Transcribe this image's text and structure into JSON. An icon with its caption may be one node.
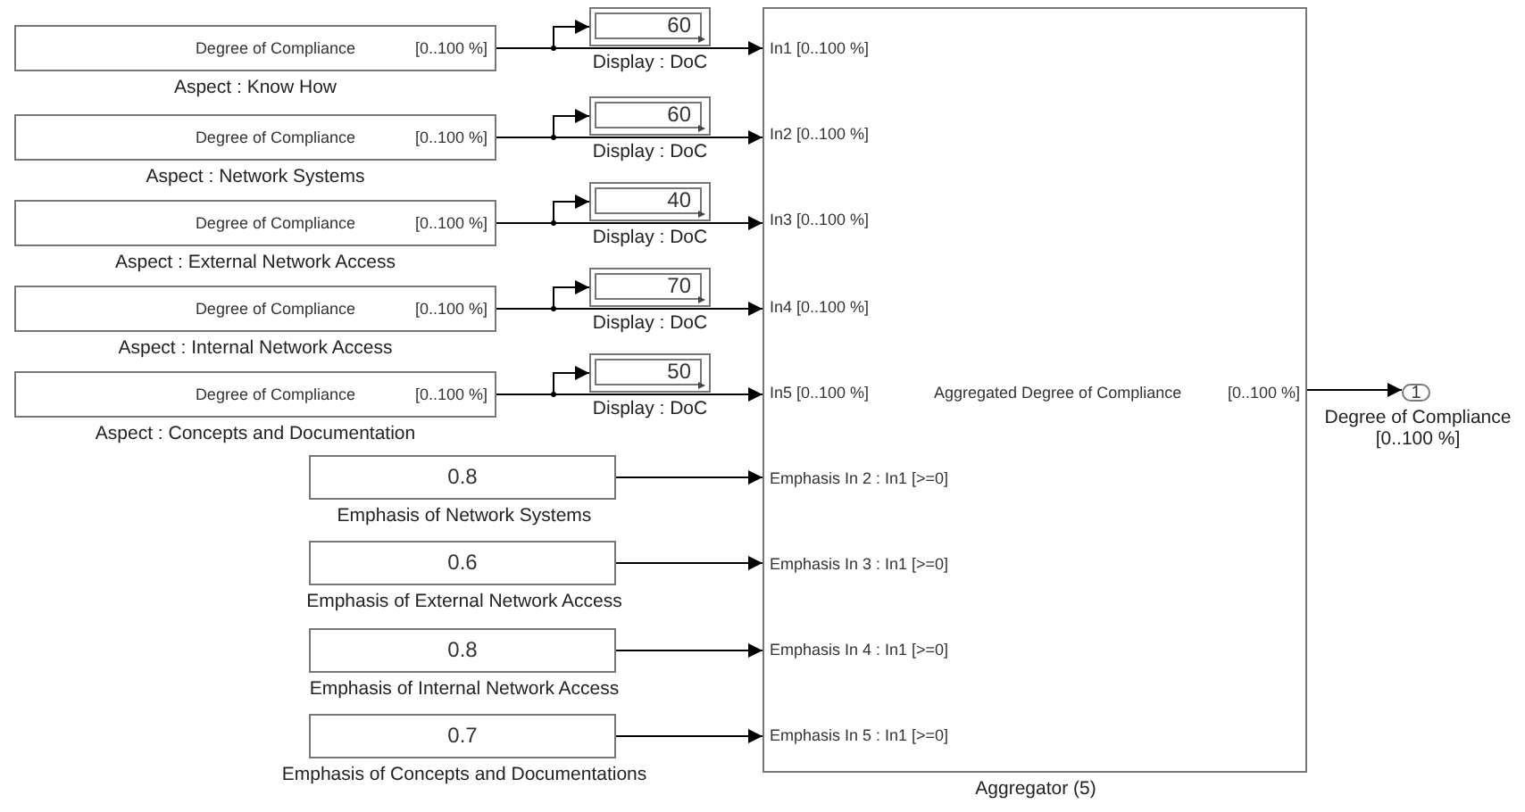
{
  "diagram": {
    "nodes": [
      {
        "text": [
          "Degree of Compliance",
          "[0..100 %]"
        ],
        "beside": [
          "Aspect : Know How"
        ]
      },
      {
        "text": [
          "60"
        ],
        "beside": [
          "Display : DoC"
        ]
      },
      {
        "text": [
          "Degree of Compliance",
          "[0..100 %]"
        ],
        "beside": [
          "Aspect : Network Systems"
        ]
      },
      {
        "text": [
          "60"
        ],
        "beside": [
          "Display : DoC"
        ]
      },
      {
        "text": [
          "Degree of Compliance",
          "[0..100 %]"
        ],
        "beside": [
          "Aspect : External Network Access"
        ]
      },
      {
        "text": [
          "40"
        ],
        "beside": [
          "Display : DoC"
        ]
      },
      {
        "text": [
          "Degree of Compliance",
          "[0..100 %]"
        ],
        "beside": [
          "Aspect : Internal Network Access"
        ]
      },
      {
        "text": [
          "70"
        ],
        "beside": [
          "Display : DoC"
        ]
      },
      {
        "text": [
          "Degree of Compliance",
          "[0..100 %]"
        ],
        "beside": [
          "Aspect : Concepts and Documentation"
        ]
      },
      {
        "text": [
          "50"
        ],
        "beside": [
          "Display : DoC"
        ]
      },
      {
        "text": [
          "0.8"
        ],
        "beside": [
          "Emphasis of Network Systems"
        ]
      },
      {
        "text": [
          "0.6"
        ],
        "beside": [
          "Emphasis of External Network Access"
        ]
      },
      {
        "text": [
          "0.8"
        ],
        "beside": [
          "Emphasis of Internal Network Access"
        ]
      },
      {
        "text": [
          "0.7"
        ],
        "beside": [
          "Emphasis of Concepts and Documentations"
        ]
      },
      {
        "text": [
          "In1 [0..100 %]",
          "In2 [0..100 %]",
          "In3 [0..100 %]",
          "In4 [0..100 %]",
          "In5 [0..100 %]",
          "Emphasis In 2 : In1 [>=0]",
          "Emphasis In 3 : In1 [>=0]",
          "Emphasis In 4 : In1 [>=0]",
          "Emphasis In 5 : In1 [>=0]",
          "Aggregated Degree of Compliance",
          "[0..100 %]"
        ],
        "beside": [
          "Aggregator (5)"
        ]
      },
      {
        "text": [
          "1"
        ],
        "beside": [
          "Degree of Compliance [0..100 %]"
        ]
      }
    ],
    "edges": [
      {
        "from": 0,
        "to": 1,
        "arrow": "to"
      },
      {
        "from": 0,
        "to": 14,
        "arrow": "to"
      },
      {
        "from": 2,
        "to": 3,
        "arrow": "to"
      },
      {
        "from": 2,
        "to": 14,
        "arrow": "to"
      },
      {
        "from": 4,
        "to": 5,
        "arrow": "to"
      },
      {
        "from": 4,
        "to": 14,
        "arrow": "to"
      },
      {
        "from": 6,
        "to": 7,
        "arrow": "to"
      },
      {
        "from": 6,
        "to": 14,
        "arrow": "to"
      },
      {
        "from": 8,
        "to": 9,
        "arrow": "to"
      },
      {
        "from": 8,
        "to": 14,
        "arrow": "to"
      },
      {
        "from": 10,
        "to": 14,
        "arrow": "to"
      },
      {
        "from": 11,
        "to": 14,
        "arrow": "to"
      },
      {
        "from": 12,
        "to": 14,
        "arrow": "to"
      },
      {
        "from": 13,
        "to": 14,
        "arrow": "to"
      },
      {
        "from": 14,
        "to": 15,
        "arrow": "to"
      }
    ]
  }
}
